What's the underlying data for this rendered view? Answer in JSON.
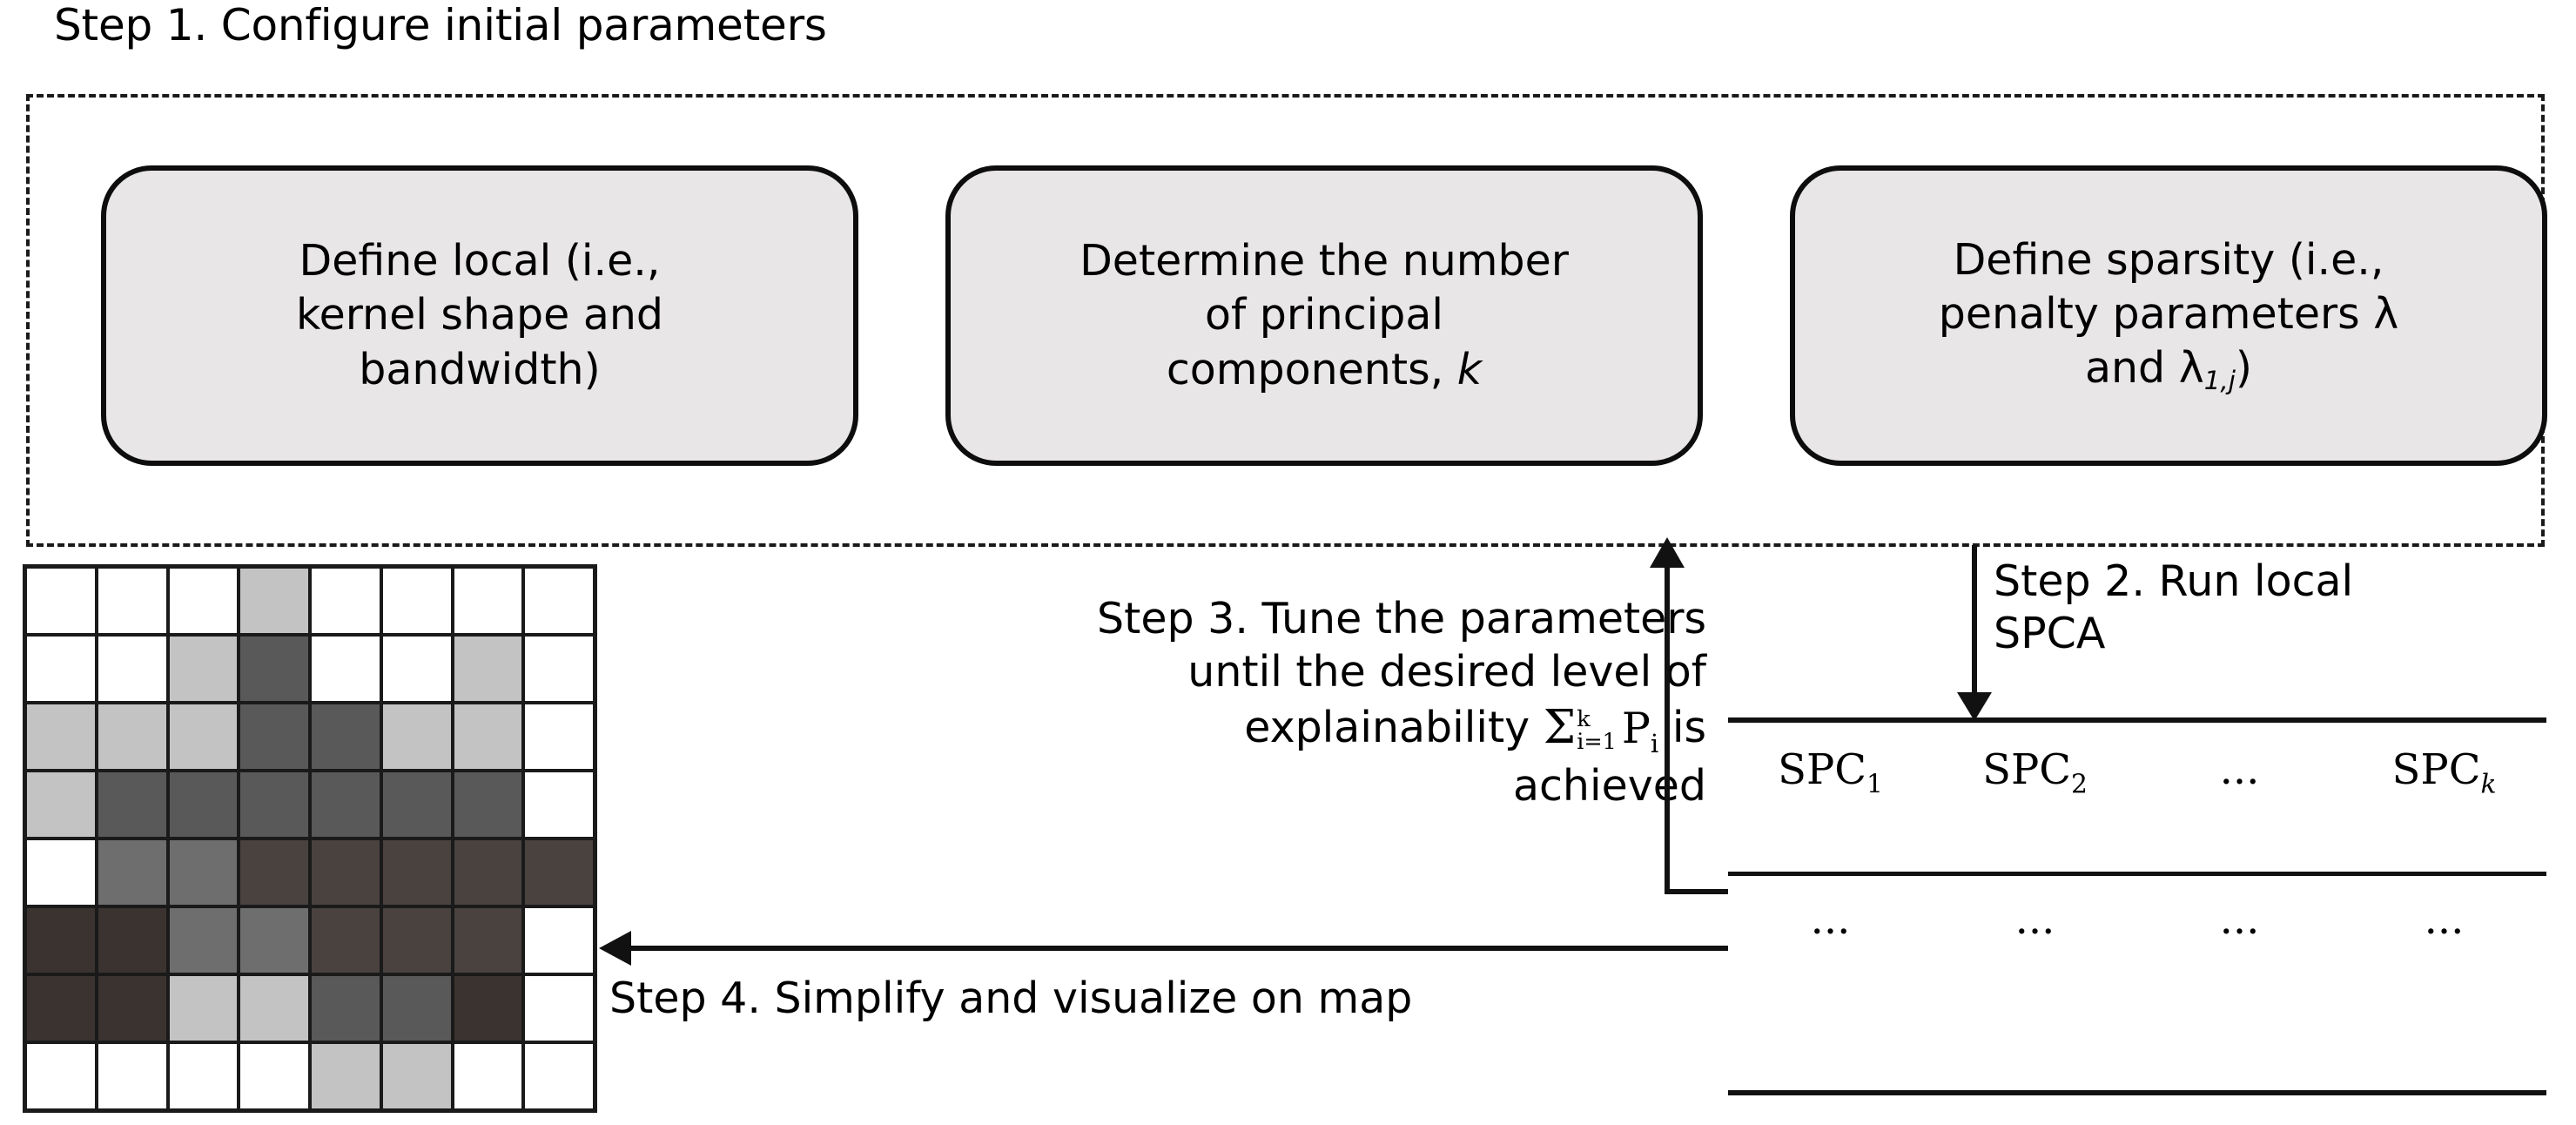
{
  "diagram": {
    "step1": {
      "title": "Step 1. Configure initial parameters",
      "boxes": [
        {
          "name": "define-local",
          "line1": "Define local (i.e.,",
          "line2": "kernel shape and",
          "line3": "bandwidth)"
        },
        {
          "name": "determine-k",
          "line1": "Determine the number",
          "line2": "of principal",
          "line3_prefix": "components, ",
          "line3_italic": "k"
        },
        {
          "name": "define-sparsity",
          "line1": "Define sparsity (i.e.,",
          "line2_prefix": "penalty parameters ",
          "line2_symbol": "λ",
          "line3_prefix": "and ",
          "line3_symbol": "λ",
          "line3_subscript": "1,j",
          "line3_suffix": ")"
        }
      ]
    },
    "step2": {
      "label_line1": "Step 2. Run local",
      "label_line2": "SPCA"
    },
    "step3": {
      "line1": "Step 3. Tune the parameters",
      "line2": "until the desired level of",
      "line3_prefix": "explainability ",
      "sigma": "Σ",
      "sigma_upper": "k",
      "sigma_lower": "i=1",
      "term": "P",
      "term_sub": "i",
      "line3_suffix": " is",
      "line4": "achieved"
    },
    "step4": {
      "label": "Step 4. Simplify and visualize on map"
    },
    "spc_table": {
      "headers": [
        "SPC",
        "SPC",
        "...",
        "SPC"
      ],
      "header_subs": [
        "1",
        "2",
        "",
        "k"
      ],
      "header_sub_italic": [
        false,
        false,
        false,
        true
      ],
      "data_row": [
        "...",
        "...",
        "...",
        "..."
      ]
    },
    "map": {
      "rows": 8,
      "cols": 8,
      "palette": {
        "white": "#ffffff",
        "light": "#c3c3c3",
        "mid": "#6e6e6e",
        "dark": "#595959",
        "darker": "#4a423f",
        "darkest": "#3a3330"
      },
      "cells": [
        [
          "white",
          "white",
          "white",
          "light",
          "white",
          "white",
          "white",
          "white"
        ],
        [
          "white",
          "white",
          "light",
          "dark",
          "white",
          "white",
          "light",
          "white"
        ],
        [
          "light",
          "light",
          "light",
          "dark",
          "dark",
          "light",
          "light",
          "white"
        ],
        [
          "light",
          "dark",
          "dark",
          "dark",
          "dark",
          "dark",
          "dark",
          "white"
        ],
        [
          "white",
          "mid",
          "mid",
          "darker",
          "darker",
          "darker",
          "darker",
          "darker"
        ],
        [
          "darkest",
          "darkest",
          "mid",
          "mid",
          "darker",
          "darker",
          "darker",
          "white"
        ],
        [
          "darkest",
          "darkest",
          "light",
          "light",
          "dark",
          "dark",
          "darkest",
          "white"
        ],
        [
          "white",
          "white",
          "white",
          "white",
          "light",
          "light",
          "white",
          "white"
        ]
      ]
    },
    "colors": {
      "ink": "#111111",
      "box_fill": "#e8e6e6",
      "box_stroke": "#0d0d0d",
      "dashed_stroke": "#1a1a1a"
    }
  }
}
